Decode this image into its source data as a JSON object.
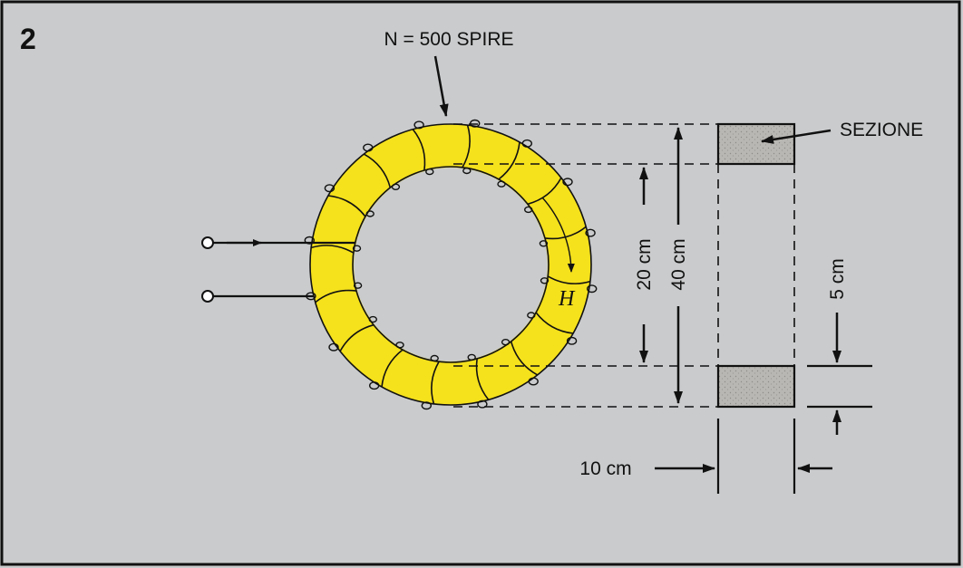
{
  "figure": {
    "number": "2",
    "turns_label": "N = 500 SPIRE",
    "section_label": "SEZIONE",
    "field_label": "H",
    "dim_inner": "20 cm",
    "dim_outer": "40 cm",
    "dim_height": "5 cm",
    "dim_width": "10 cm"
  },
  "colors": {
    "background": "#c9cbcc",
    "core": "#f5e11c",
    "section_fill": "#b9b7b3",
    "ink": "#111111"
  },
  "icons": [
    "terminal-dot-icon",
    "arrow-icon"
  ]
}
